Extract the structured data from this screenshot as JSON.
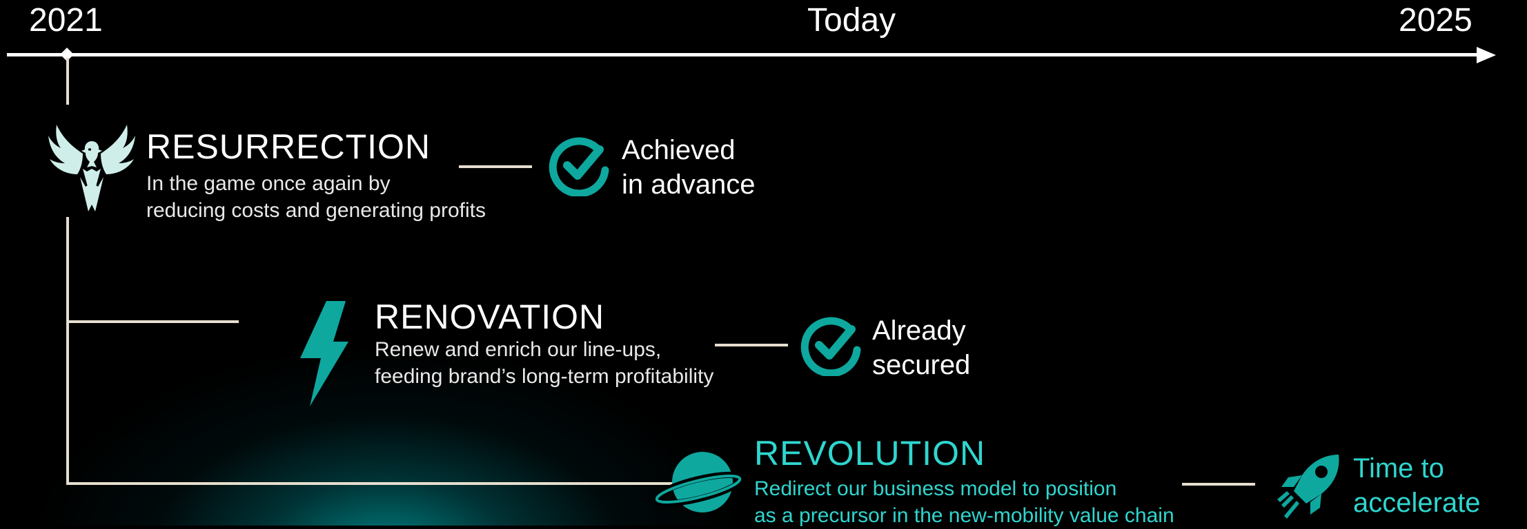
{
  "timeline": {
    "start_label": "2021",
    "today_label": "Today",
    "end_label": "2025"
  },
  "phases": [
    {
      "title": "RESURRECTION",
      "description_line1": "In the game once again by",
      "description_line2": "reducing costs and generating profits",
      "status_line1": "Achieved",
      "status_line2": "in advance",
      "icon": "phoenix-icon"
    },
    {
      "title": "RENOVATION",
      "description_line1": "Renew and enrich our line-ups,",
      "description_line2": "feeding brand’s long-term profitability",
      "status_line1": "Already",
      "status_line2": "secured",
      "icon": "lightning-bolt-icon"
    },
    {
      "title": "REVOLUTION",
      "description_line1": "Redirect our business model to position",
      "description_line2": "as a precursor in the new-mobility value chain",
      "status_line1": "Time to",
      "status_line2": "accelerate",
      "icon": "planet-icon"
    }
  ],
  "colors": {
    "background": "#000000",
    "accent_teal": "#0ea89f",
    "highlight_teal": "#2fd6cf",
    "connector": "#e6dfcf"
  }
}
